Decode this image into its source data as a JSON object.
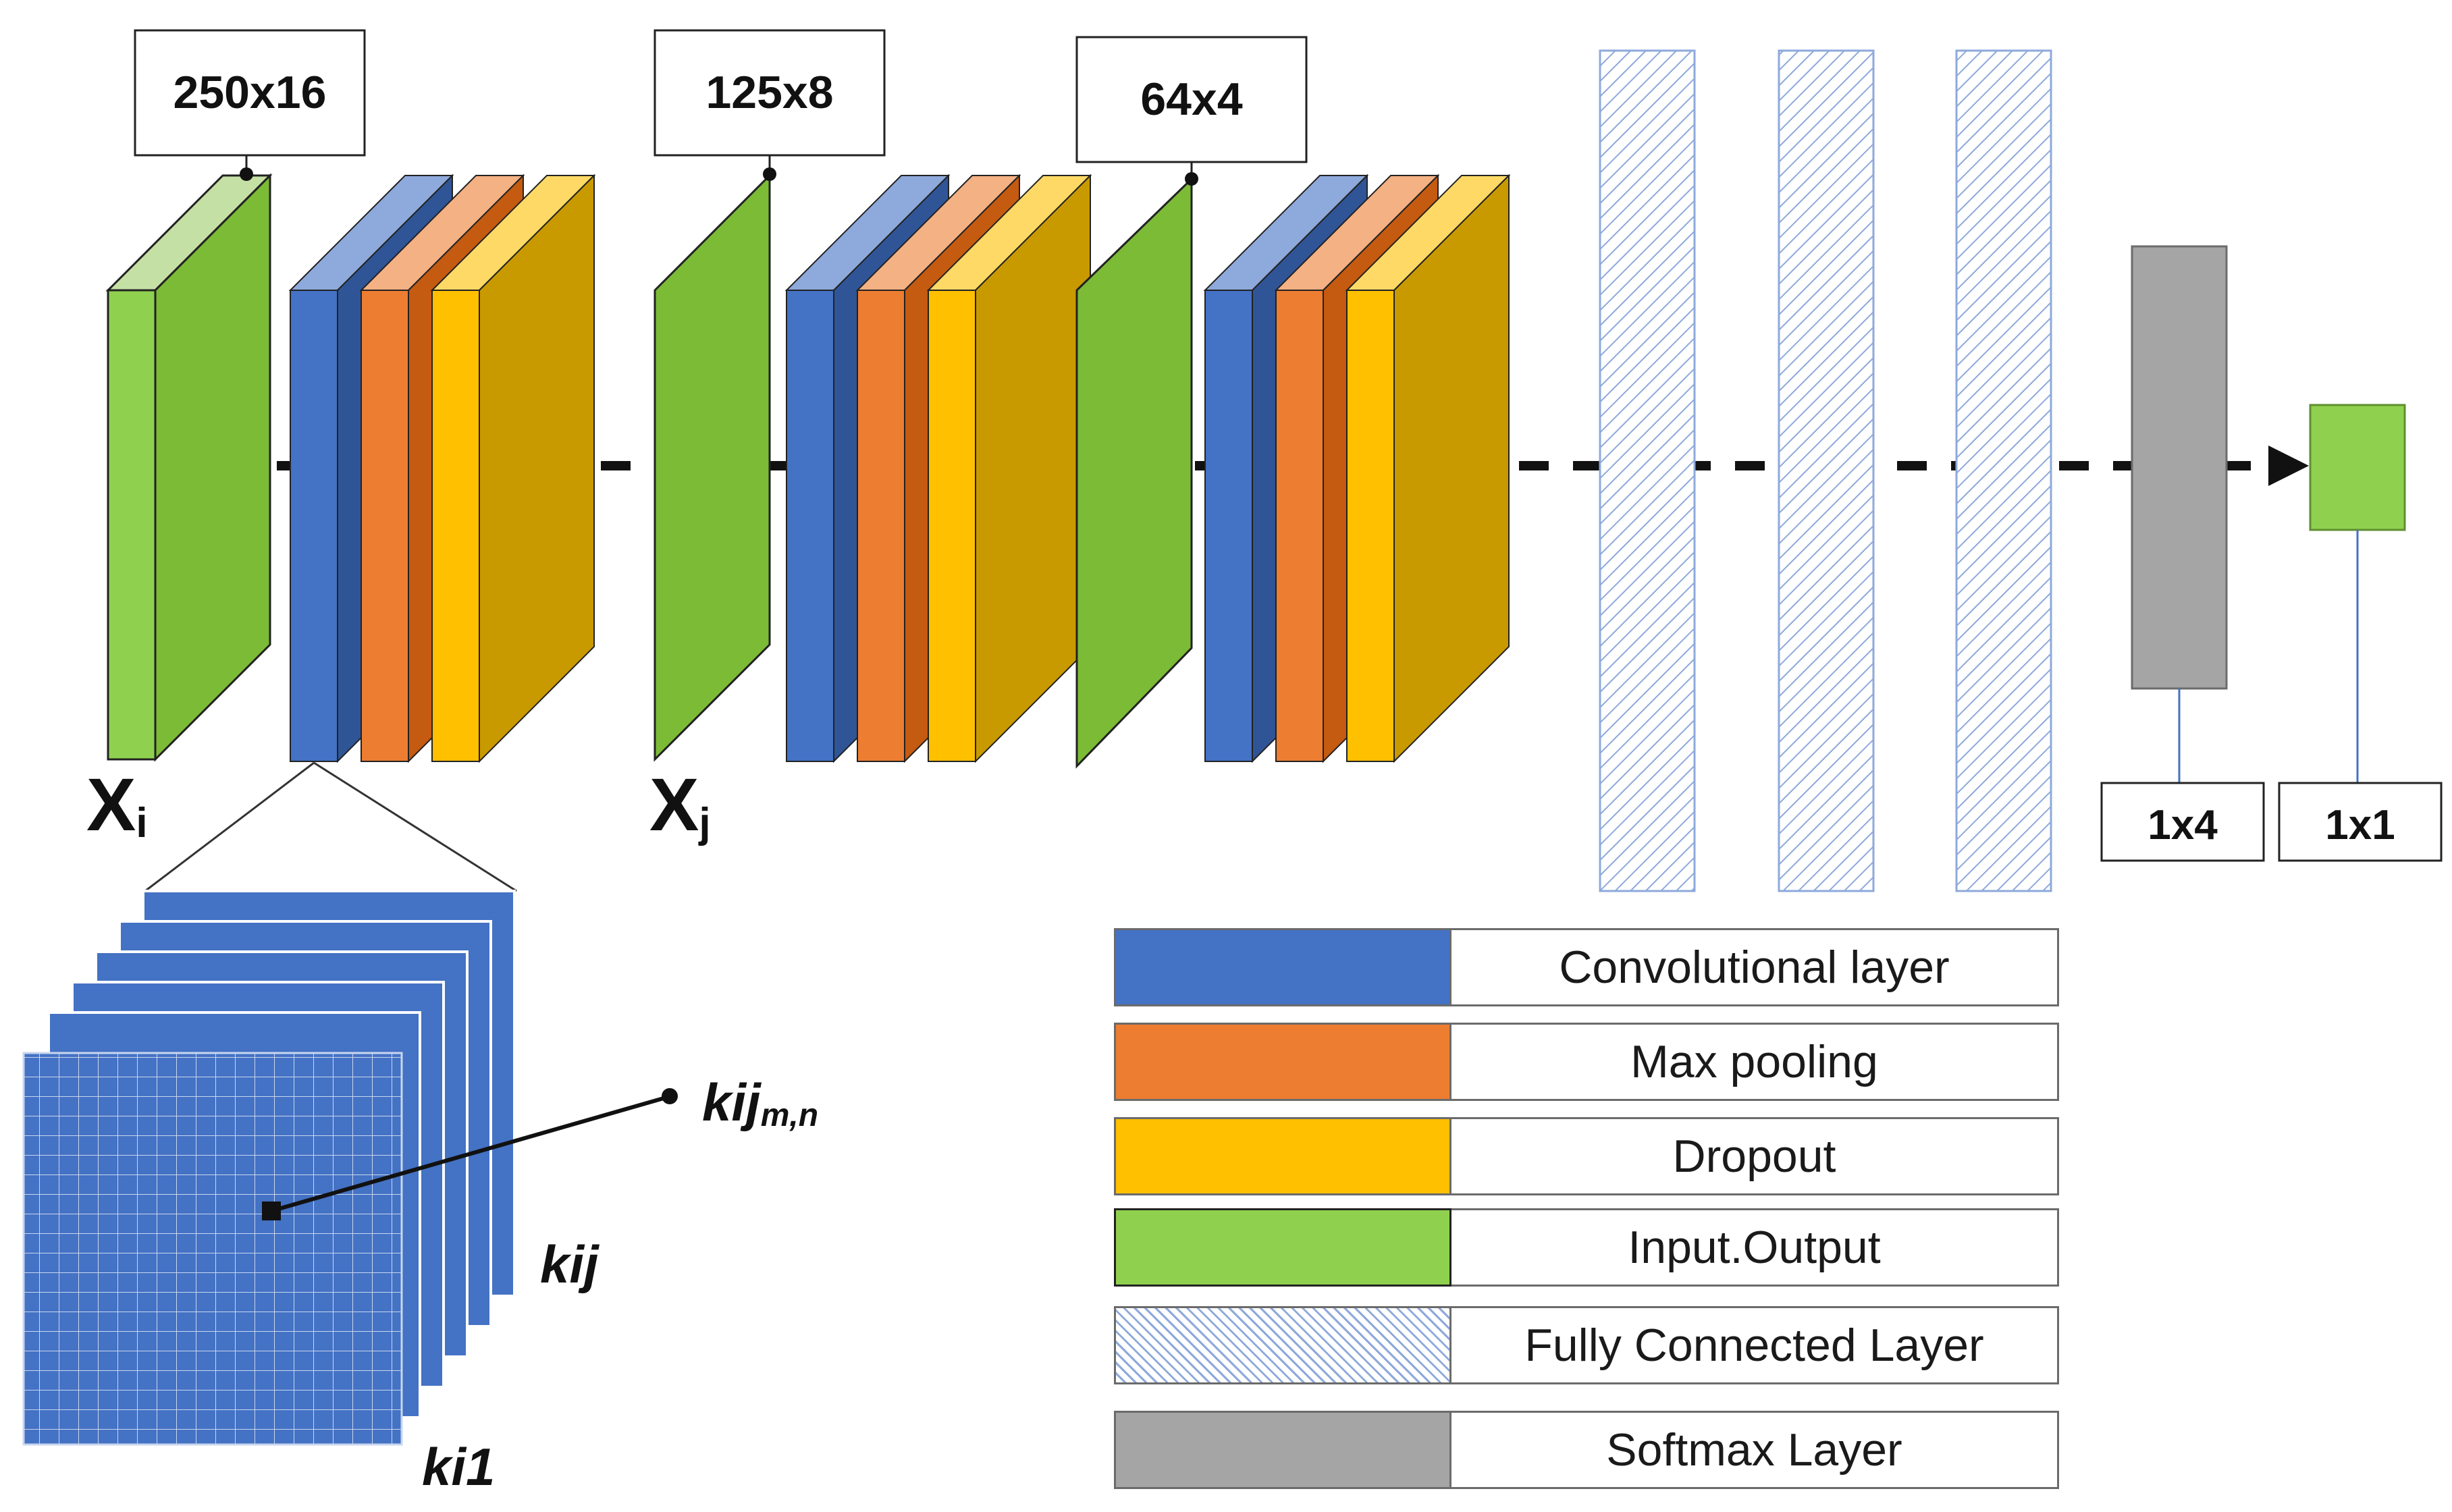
{
  "labels": {
    "input_dim": "250x16",
    "block2_dim": "125x8",
    "block3_dim": "64x4",
    "softmax_dim": "1x4",
    "output_dim": "1x1",
    "x_i_main": "X",
    "x_i_sub": "i",
    "x_j_main": "X",
    "x_j_sub": "j",
    "k_ij": "kij",
    "k_i1": "ki1",
    "k_ijmn_main": "kij",
    "k_ijmn_sub": "m,n"
  },
  "legend": [
    {
      "label": "Convolutional layer",
      "color": "#4472c4",
      "pattern": "solid"
    },
    {
      "label": "Max pooling",
      "color": "#ed7d31",
      "pattern": "solid"
    },
    {
      "label": "Dropout",
      "color": "#ffc000",
      "pattern": "solid"
    },
    {
      "label": "Input.Output",
      "color": "#8fd14f",
      "pattern": "solid"
    },
    {
      "label": "Fully Connected Layer",
      "color": "#8ea9db",
      "pattern": "hatch"
    },
    {
      "label": "Softmax Layer",
      "color": "#a5a5a5",
      "pattern": "solid"
    }
  ],
  "colors": {
    "conv": "#4472c4",
    "pool": "#ed7d31",
    "dropout": "#ffc000",
    "io": "#7cbb36",
    "io_light": "#8fd14f",
    "fc_hatch": "#8ea9db",
    "softmax": "#a5a5a5",
    "connector": "#4472c4"
  }
}
